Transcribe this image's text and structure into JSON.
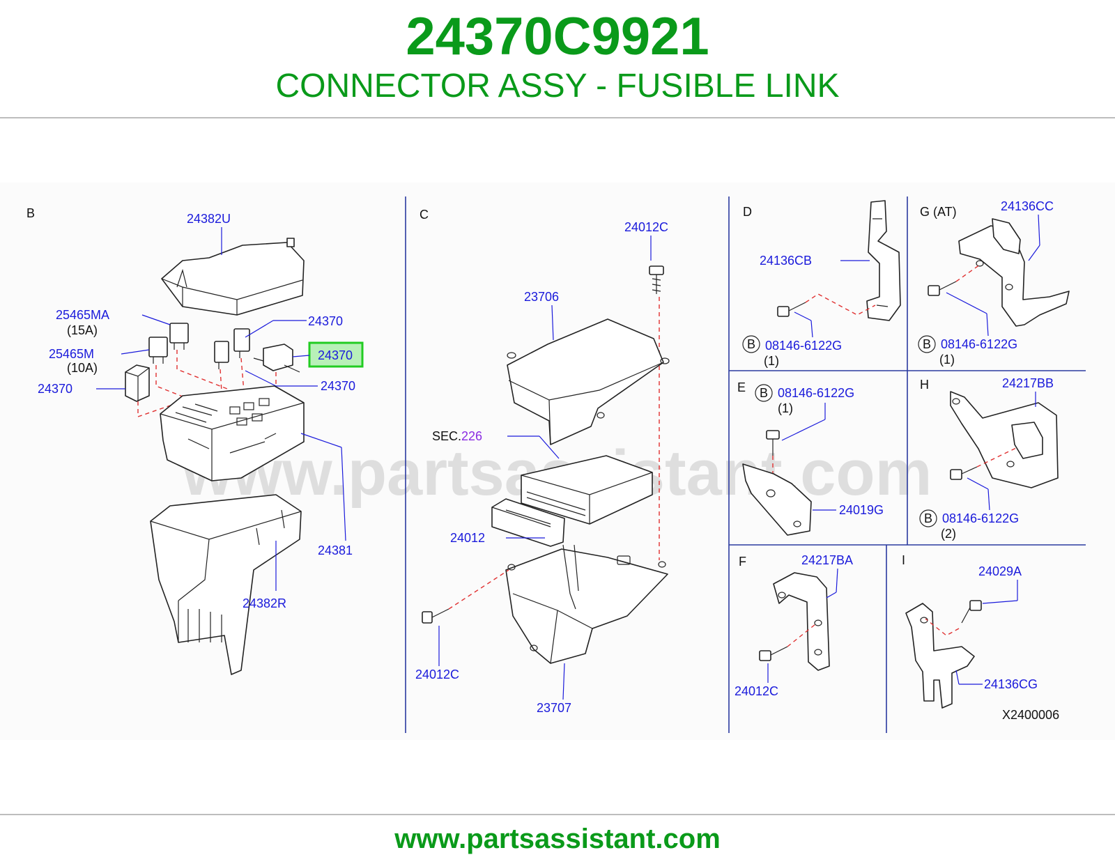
{
  "header": {
    "part_number": "24370C9921",
    "title": "CONNECTOR ASSY - FUSIBLE LINK"
  },
  "footer": {
    "url": "www.partsassistant.com"
  },
  "watermark": "www.partsassistant.com",
  "colors": {
    "brand": "#0a9a1a",
    "label": "#1a1adb",
    "highlight_box": "#22cc22",
    "dash": "#e03030"
  },
  "sections": {
    "B": {
      "letter": "B",
      "labels": {
        "cover": "24382U",
        "fuse_15a": "25465MA",
        "fuse_15a_rating": "(15A)",
        "fuse_10a": "25465M",
        "fuse_10a_rating": "(10A)",
        "link_left": "24370",
        "link_top": "24370",
        "link_highlighted": "24370",
        "link_lower": "24370",
        "box": "24381",
        "lower_case": "24382R"
      }
    },
    "C": {
      "letter": "C",
      "labels": {
        "bolt_top": "24012C",
        "ecm_cover": "23706",
        "sec_prefix": "SEC.",
        "sec_number": "226",
        "harness_clip": "24012",
        "bolt_bottom": "24012C",
        "bracket": "23707"
      }
    },
    "D": {
      "letter": "D",
      "labels": {
        "bracket": "24136CB",
        "bolt_code": "B",
        "bolt": "08146-6122G",
        "qty": "(1)"
      }
    },
    "G": {
      "letter": "G (AT)",
      "labels": {
        "bracket": "24136CC",
        "bolt_code": "B",
        "bolt": "08146-6122G",
        "qty": "(1)"
      }
    },
    "E": {
      "letter": "E",
      "labels": {
        "bolt_code": "B",
        "bolt": "08146-6122G",
        "qty": "(1)",
        "bracket": "24019G"
      }
    },
    "H": {
      "letter": "H",
      "labels": {
        "bracket": "24217BB",
        "bolt_code": "B",
        "bolt": "08146-6122G",
        "qty": "(2)"
      }
    },
    "F": {
      "letter": "F",
      "labels": {
        "bracket": "24217BA",
        "bolt": "24012C"
      }
    },
    "I": {
      "letter": "I",
      "labels": {
        "bolt": "24029A",
        "bracket": "24136CG"
      }
    }
  },
  "drawing_code": "X2400006"
}
